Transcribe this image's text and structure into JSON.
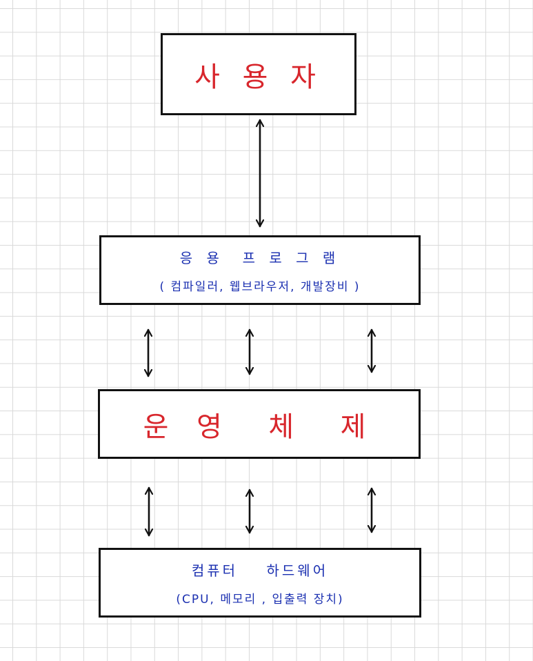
{
  "diagram": {
    "user_box": {
      "title": "사 용 자",
      "title_color": "#d8262c"
    },
    "app_box": {
      "title": "응 용  프 로 그 램",
      "subtitle": "( 컴파일러, 웹브라우저, 개발장비 )",
      "text_color": "#1a2fb0"
    },
    "os_box": {
      "title": "운 영  체  제",
      "title_color": "#d8262c"
    },
    "hw_box": {
      "title": "컴퓨터    하드웨어",
      "subtitle": "(CPU, 메모리 , 입출력 장치)",
      "text_color": "#1a2fb0"
    },
    "arrow_style": "double-headed",
    "arrow_color": "#111111",
    "grid_color": "#d9d9d9"
  }
}
